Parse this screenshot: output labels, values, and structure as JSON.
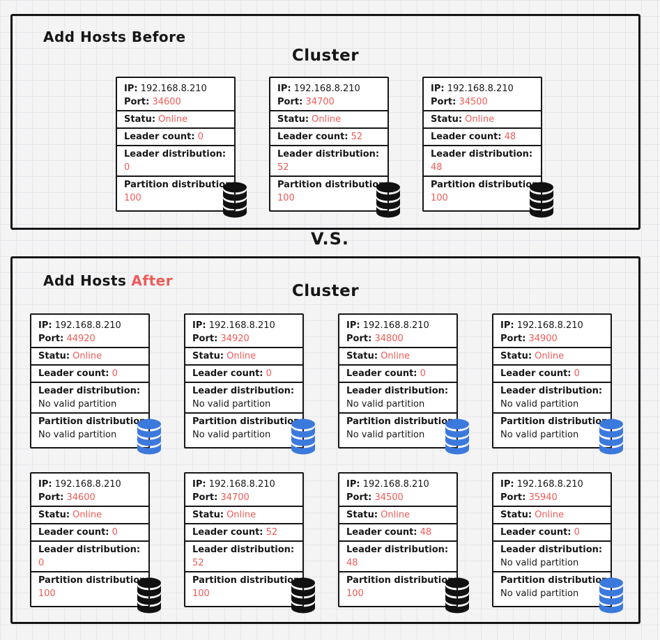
{
  "colors": {
    "page_bg": "#f4f4f5",
    "grid_line": "#e7e7ec",
    "ink": "#161616",
    "accent_red": "#ee5b57",
    "card_bg": "#ffffff",
    "db_black": "#111111",
    "db_blue": "#3c79dd"
  },
  "vs_label": "V.S.",
  "labels": {
    "ip": "IP:",
    "port": "Port:",
    "status": "Statu:",
    "leader_count": "Leader count:",
    "leader_distribution": "Leader distribution:",
    "partition_distribution": "Partition distribution:"
  },
  "before": {
    "title": "Add Hosts Before",
    "cluster_label": "Cluster",
    "hosts": [
      {
        "ip": "192.168.8.210",
        "port": "34600",
        "status": "Online",
        "leader_count": "0",
        "leader_distribution": "0",
        "partition_distribution": "100",
        "icon": "black",
        "dist_style": "number"
      },
      {
        "ip": "192.168.8.210",
        "port": "34700",
        "status": "Online",
        "leader_count": "52",
        "leader_distribution": "52",
        "partition_distribution": "100",
        "icon": "black",
        "dist_style": "number"
      },
      {
        "ip": "192.168.8.210",
        "port": "34500",
        "status": "Online",
        "leader_count": "48",
        "leader_distribution": "48",
        "partition_distribution": "100",
        "icon": "black",
        "dist_style": "number"
      }
    ]
  },
  "after": {
    "title_prefix": "Add Hosts",
    "title_highlight": "After",
    "cluster_label": "Cluster",
    "rows": [
      [
        {
          "ip": "192.168.8.210",
          "port": "44920",
          "status": "Online",
          "leader_count": "0",
          "leader_distribution": "No valid partition",
          "partition_distribution": "No valid partition",
          "icon": "blue",
          "dist_style": "none"
        },
        {
          "ip": "192.168.8.210",
          "port": "34920",
          "status": "Online",
          "leader_count": "0",
          "leader_distribution": "No valid partition",
          "partition_distribution": "No valid partition",
          "icon": "blue",
          "dist_style": "none"
        },
        {
          "ip": "192.168.8.210",
          "port": "34800",
          "status": "Online",
          "leader_count": "0",
          "leader_distribution": "No valid partition",
          "partition_distribution": "No valid partition",
          "icon": "blue",
          "dist_style": "none"
        },
        {
          "ip": "192.168.8.210",
          "port": "34900",
          "status": "Online",
          "leader_count": "0",
          "leader_distribution": "No valid partition",
          "partition_distribution": "No valid partition",
          "icon": "blue",
          "dist_style": "none"
        }
      ],
      [
        {
          "ip": "192.168.8.210",
          "port": "34600",
          "status": "Online",
          "leader_count": "0",
          "leader_distribution": "0",
          "partition_distribution": "100",
          "icon": "black",
          "dist_style": "number"
        },
        {
          "ip": "192.168.8.210",
          "port": "34700",
          "status": "Online",
          "leader_count": "52",
          "leader_distribution": "52",
          "partition_distribution": "100",
          "icon": "black",
          "dist_style": "number"
        },
        {
          "ip": "192.168.8.210",
          "port": "34500",
          "status": "Online",
          "leader_count": "48",
          "leader_distribution": "48",
          "partition_distribution": "100",
          "icon": "black",
          "dist_style": "number"
        },
        {
          "ip": "192.168.8.210",
          "port": "35940",
          "status": "Online",
          "leader_count": "0",
          "leader_distribution": "No valid partition",
          "partition_distribution": "No valid partition",
          "icon": "blue",
          "dist_style": "none"
        }
      ]
    ]
  }
}
